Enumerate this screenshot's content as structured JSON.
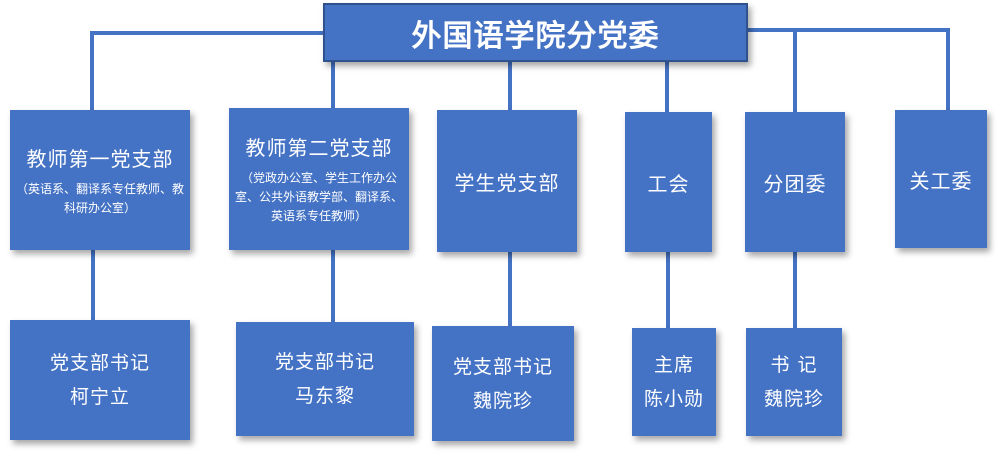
{
  "title": "外国语学院分党委",
  "colors": {
    "box_fill": "#4472c4",
    "connector": "#4472c4",
    "text": "#ffffff"
  },
  "units": [
    {
      "name": "教师第一党支部",
      "description": "（英语系、翻译系专任教师、教科研办公室）",
      "leader_role": "党支部书记",
      "leader_name": "柯宁立"
    },
    {
      "name": "教师第二党支部",
      "description": "（党政办公室、学生工作办公室、公共外语教学部、翻译系、英语系专任教师）",
      "leader_role": "党支部书记",
      "leader_name": "马东黎"
    },
    {
      "name": "学生党支部",
      "leader_role": "党支部书记",
      "leader_name": "魏院珍"
    },
    {
      "name": "工会",
      "leader_role": "主席",
      "leader_name": "陈小勋"
    },
    {
      "name": "分团委",
      "leader_role": "书 记",
      "leader_name": "魏院珍"
    },
    {
      "name": "关工委"
    }
  ]
}
